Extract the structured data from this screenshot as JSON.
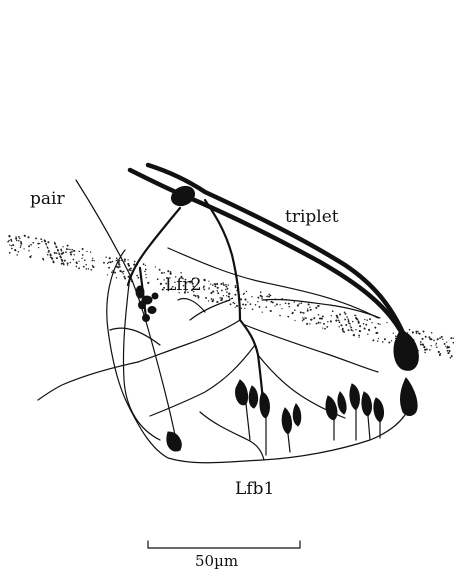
{
  "labels": {
    "pair": "pair",
    "triplet": "triplet",
    "lfr2": "Lfr2",
    "lfb1": "Lfb1"
  },
  "scale_bar": {
    "label": "50µm"
  },
  "colors": {
    "ink": "#111111",
    "background": "#ffffff"
  }
}
